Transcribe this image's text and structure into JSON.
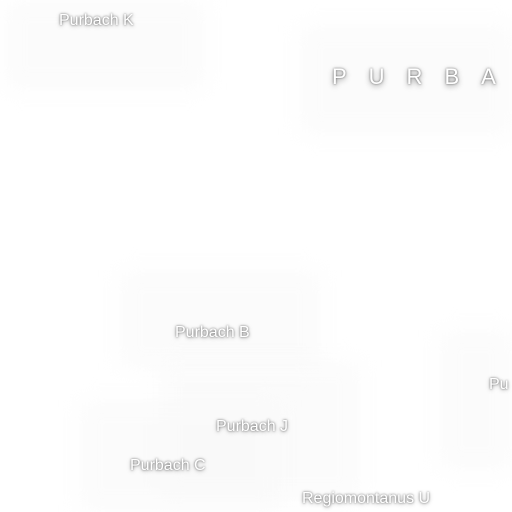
{
  "map": {
    "title": "PURBACH",
    "labels": {
      "purbach_k": "Purbach K",
      "purbach_b": "Purbach B",
      "purbach_j": "Purbach J",
      "purbach_c": "Purbach C",
      "regiomontanus_u": "Regiomontanus U",
      "right_edge": "Pu"
    },
    "colors": {
      "background": "#ffffff",
      "label_text": "#ffffff",
      "label_shadow": "#000000"
    }
  }
}
